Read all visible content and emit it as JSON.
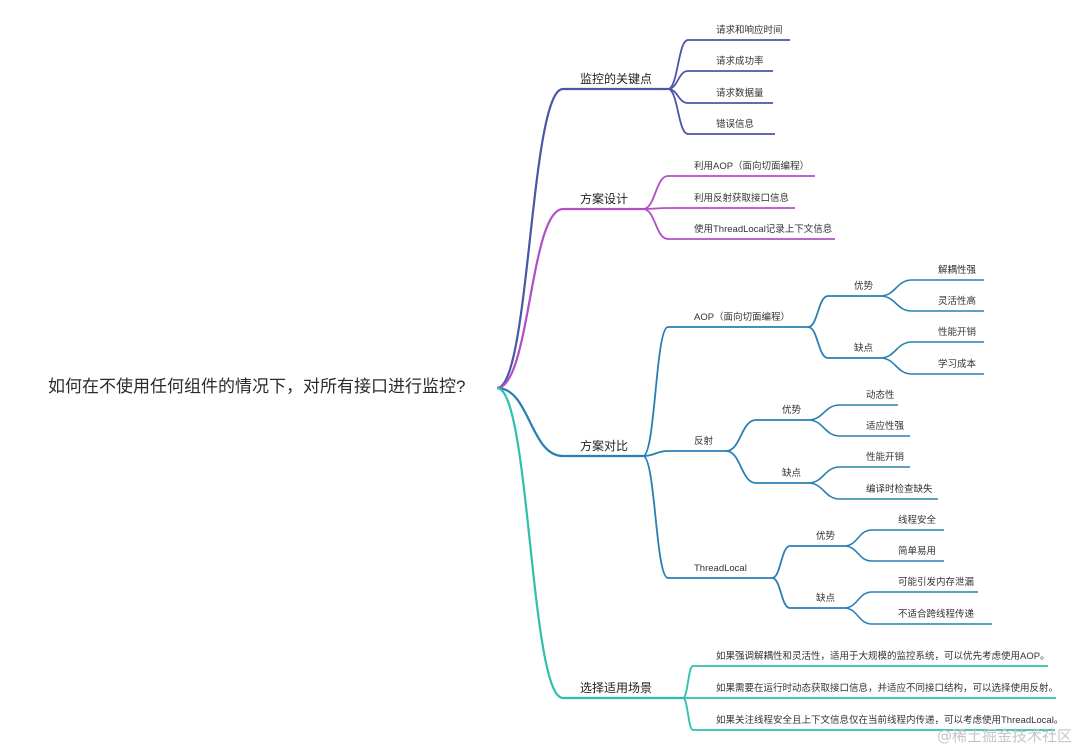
{
  "root": "如何在不使用任何组件的情况下，对所有接口进行监控?",
  "colors": {
    "branch1": "#4a56a6",
    "branch2": "#b24fc7",
    "branch3": "#2a7fb2",
    "branch4": "#2fbfae"
  },
  "branches": [
    {
      "label": "监控的关键点",
      "children": [
        {
          "label": "请求和响应时间"
        },
        {
          "label": "请求成功率"
        },
        {
          "label": "请求数据量"
        },
        {
          "label": "错误信息"
        }
      ]
    },
    {
      "label": "方案设计",
      "children": [
        {
          "label": "利用AOP（面向切面编程）"
        },
        {
          "label": "利用反射获取接口信息"
        },
        {
          "label": "使用ThreadLocal记录上下文信息"
        }
      ]
    },
    {
      "label": "方案对比",
      "children": [
        {
          "label": "AOP（面向切面编程）",
          "children": [
            {
              "label": "优势",
              "children": [
                {
                  "label": "解耦性强"
                },
                {
                  "label": "灵活性高"
                }
              ]
            },
            {
              "label": "缺点",
              "children": [
                {
                  "label": "性能开销"
                },
                {
                  "label": "学习成本"
                }
              ]
            }
          ]
        },
        {
          "label": "反射",
          "children": [
            {
              "label": "优势",
              "children": [
                {
                  "label": "动态性"
                },
                {
                  "label": "适应性强"
                }
              ]
            },
            {
              "label": "缺点",
              "children": [
                {
                  "label": "性能开销"
                },
                {
                  "label": "编译时检查缺失"
                }
              ]
            }
          ]
        },
        {
          "label": "ThreadLocal",
          "children": [
            {
              "label": "优势",
              "children": [
                {
                  "label": "线程安全"
                },
                {
                  "label": "简单易用"
                }
              ]
            },
            {
              "label": "缺点",
              "children": [
                {
                  "label": "可能引发内存泄漏"
                },
                {
                  "label": "不适合跨线程传递"
                }
              ]
            }
          ]
        }
      ]
    },
    {
      "label": "选择适用场景",
      "children": [
        {
          "label": "如果强调解耦性和灵活性，适用于大规模的监控系统，可以优先考虑使用AOP。"
        },
        {
          "label": "如果需要在运行时动态获取接口信息，并适应不同接口结构，可以选择使用反射。"
        },
        {
          "label": "如果关注线程安全且上下文信息仅在当前线程内传递，可以考虑使用ThreadLocal。"
        }
      ]
    }
  ],
  "watermark": "@稀土掘金技术社区"
}
